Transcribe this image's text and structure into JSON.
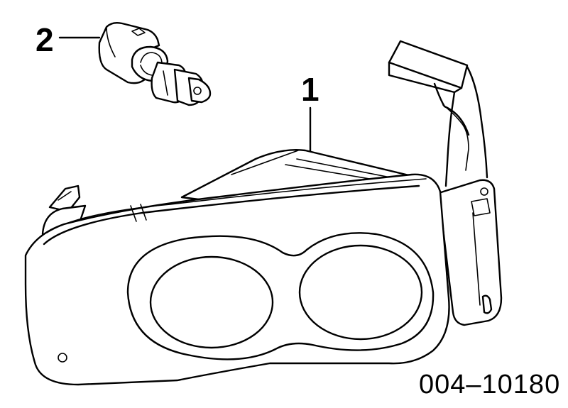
{
  "callouts": [
    {
      "id": "1",
      "label": "1"
    },
    {
      "id": "2",
      "label": "2"
    }
  ],
  "figure_number": "004–10180",
  "colors": {
    "line": "#000000",
    "background": "#ffffff"
  },
  "icons": {
    "headlamp": "headlamp-assembly-icon",
    "bulb": "bulb-socket-icon"
  }
}
